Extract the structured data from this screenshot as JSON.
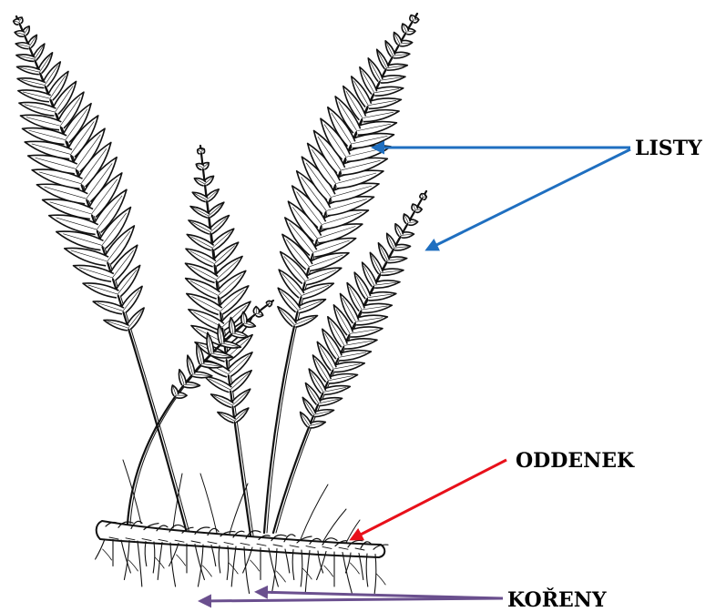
{
  "labels": {
    "leaves": "LISTY",
    "rhizome": "ODDENEK",
    "roots": "KOŘENY"
  },
  "colors": {
    "leaves_arrow": "#1f6fc0",
    "rhizome_arrow": "#e8101a",
    "roots_arrow": "#6a4f8e",
    "ink": "#111111"
  }
}
